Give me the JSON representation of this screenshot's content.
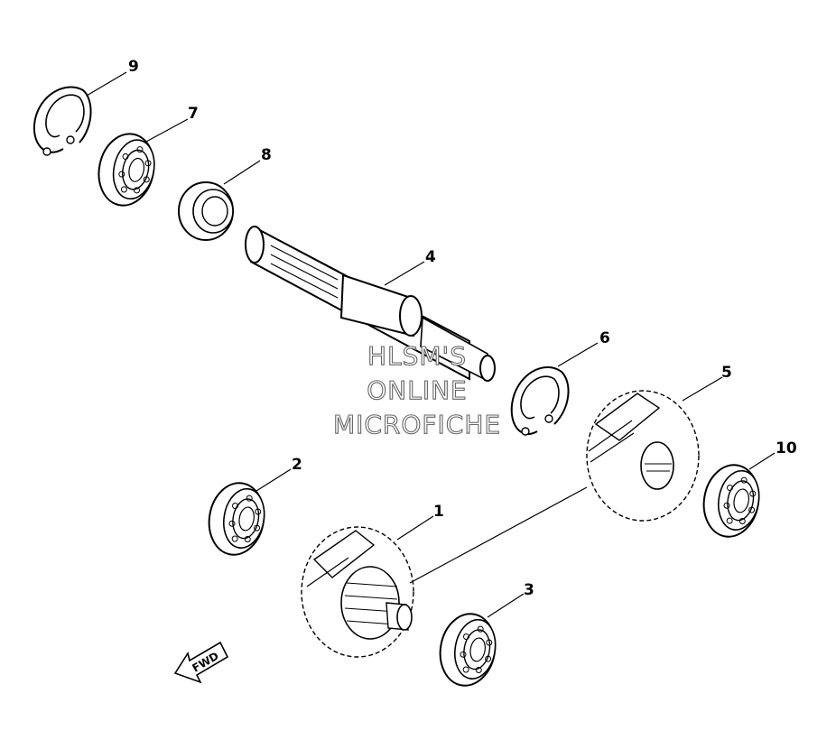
{
  "watermark": {
    "line1": "HLSM'S",
    "line2": "ONLINE",
    "line3": "MICROFICHE"
  },
  "direction_label": "FWD",
  "callouts": {
    "part1": "1",
    "part2": "2",
    "part3": "3",
    "part4": "4",
    "part5": "5",
    "part6": "6",
    "part7": "7",
    "part8": "8",
    "part9": "9",
    "part10": "10"
  },
  "colors": {
    "line": "#000000",
    "watermark_outline": "#666666",
    "background": "#ffffff"
  }
}
